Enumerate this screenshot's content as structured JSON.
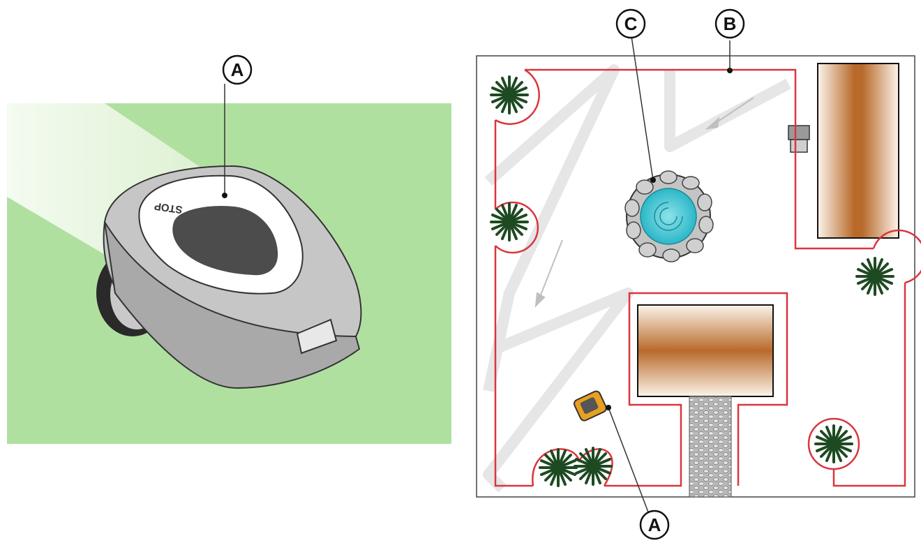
{
  "mower_view": {
    "callout_a": "A",
    "stop_label": "STOP"
  },
  "garden_plan": {
    "callout_a": "A",
    "callout_b": "B",
    "callout_c": "C"
  },
  "colors": {
    "lawn": "#b0e0a0",
    "boundary_wire": "#d9363e",
    "water": "#3cc4d2",
    "shrub": "#1e4a22",
    "robot": "#e8a020",
    "wood": "#b86a2a"
  }
}
